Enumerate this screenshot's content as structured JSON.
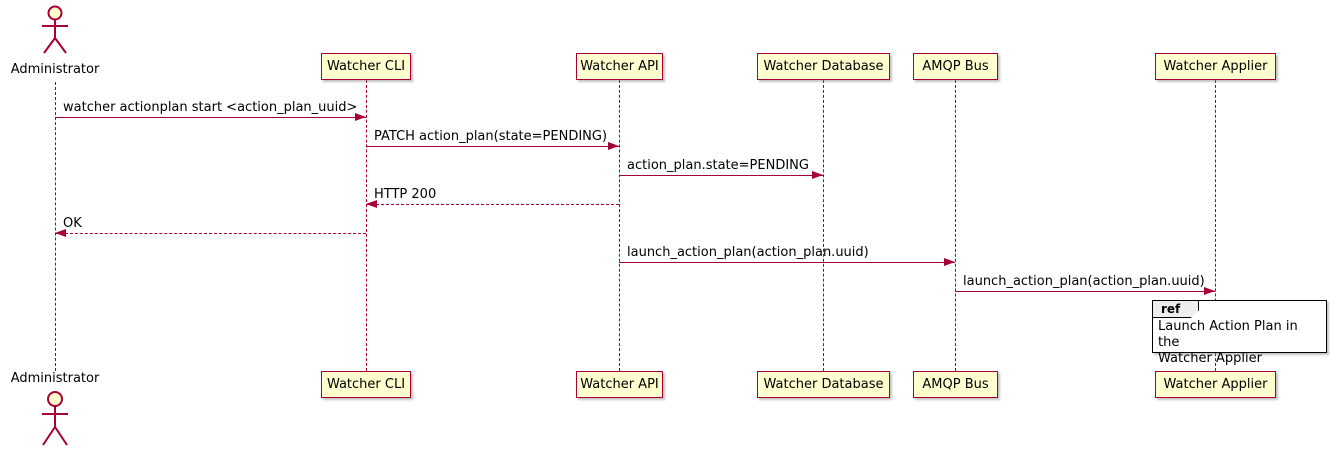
{
  "diagram": {
    "type": "sequence",
    "line_color": "#A80036",
    "participant_bg": "#FEFECE",
    "background": "#FFFFFF"
  },
  "participants": [
    {
      "label": "Administrator",
      "kind": "actor"
    },
    {
      "label": "Watcher CLI",
      "kind": "box"
    },
    {
      "label": "Watcher API",
      "kind": "box"
    },
    {
      "label": "Watcher Database",
      "kind": "box"
    },
    {
      "label": "AMQP Bus",
      "kind": "box"
    },
    {
      "label": "Watcher Applier",
      "kind": "box"
    }
  ],
  "messages": [
    {
      "text": "watcher actionplan start <action_plan_uuid>",
      "from": "Administrator",
      "to": "Watcher CLI",
      "style": "solid"
    },
    {
      "text": "PATCH action_plan(state=PENDING)",
      "from": "Watcher CLI",
      "to": "Watcher API",
      "style": "solid"
    },
    {
      "text": "action_plan.state=PENDING",
      "from": "Watcher API",
      "to": "Watcher Database",
      "style": "solid"
    },
    {
      "text": "HTTP 200",
      "from": "Watcher API",
      "to": "Watcher CLI",
      "style": "dashed"
    },
    {
      "text": "OK",
      "from": "Watcher CLI",
      "to": "Administrator",
      "style": "dashed"
    },
    {
      "text": "launch_action_plan(action_plan.uuid)",
      "from": "Watcher API",
      "to": "AMQP Bus",
      "style": "solid"
    },
    {
      "text": "launch_action_plan(action_plan.uuid)",
      "from": "AMQP Bus",
      "to": "Watcher Applier",
      "style": "solid"
    }
  ],
  "ref": {
    "keyword": "ref",
    "line1": "Launch Action Plan in the",
    "line2": "Watcher Applier"
  }
}
